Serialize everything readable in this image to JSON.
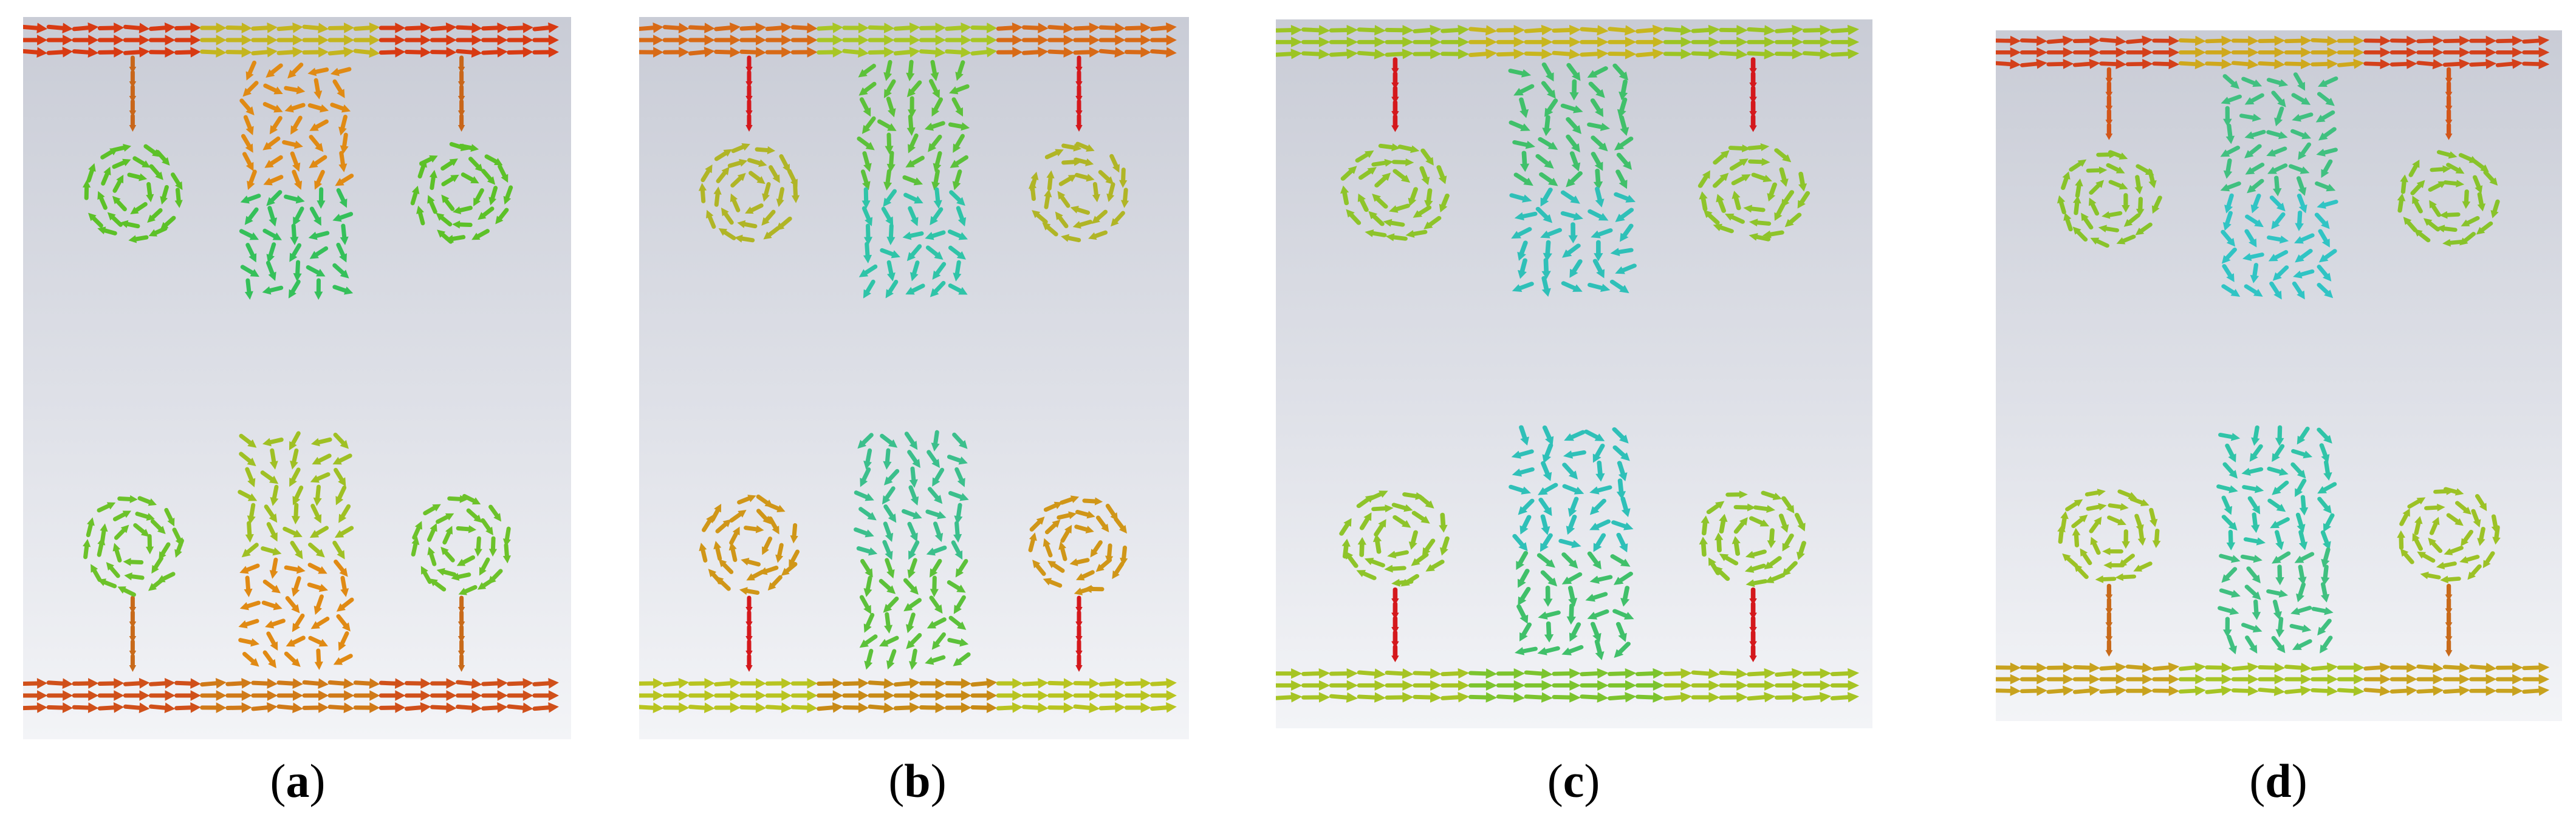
{
  "figure": {
    "panels": [
      {
        "label": "a",
        "top_color": "#d83a12",
        "middle_color": "#c4b51e",
        "stub_color": "#c8661a",
        "circle_color": "#5cc128",
        "stem_top_color": "#e08a14",
        "stem_bottom_color": "#35c05a",
        "bottom_color": "#d0501a",
        "bottom_middle_color": "#d07a18",
        "feed_color": "#c86a1a",
        "lower_circle_color": "#6cc22a",
        "lower_stem_color": "#9fc024"
      },
      {
        "label": "b",
        "top_color": "#d86a16",
        "middle_color": "#a8c624",
        "stub_color": "#d4181c",
        "circle_color": "#b0b526",
        "stem_top_color": "#5cc13a",
        "stem_bottom_color": "#2fc4a8",
        "bottom_color": "#b8c420",
        "bottom_middle_color": "#c88a16",
        "feed_color": "#d4181c",
        "lower_circle_color": "#d09618",
        "lower_stem_color": "#3bbf8c"
      },
      {
        "label": "c",
        "top_color": "#9cc424",
        "middle_color": "#c8b61e",
        "stub_color": "#d4181c",
        "circle_color": "#8ec42a",
        "stem_top_color": "#40c06a",
        "stem_bottom_color": "#2fc0b8",
        "bottom_color": "#a6c424",
        "bottom_middle_color": "#7cc42e",
        "feed_color": "#d4181c",
        "lower_circle_color": "#8ec42a",
        "lower_stem_color": "#2fc0b8"
      },
      {
        "label": "d",
        "top_color": "#d4401a",
        "middle_color": "#cfa81c",
        "stub_color": "#d2561a",
        "circle_color": "#88c32a",
        "stem_top_color": "#40c080",
        "stem_bottom_color": "#30c4c4",
        "bottom_color": "#c8a21e",
        "bottom_middle_color": "#a6c424",
        "feed_color": "#c86a1a",
        "lower_circle_color": "#9cc226",
        "lower_stem_color": "#30c4a8"
      }
    ]
  }
}
